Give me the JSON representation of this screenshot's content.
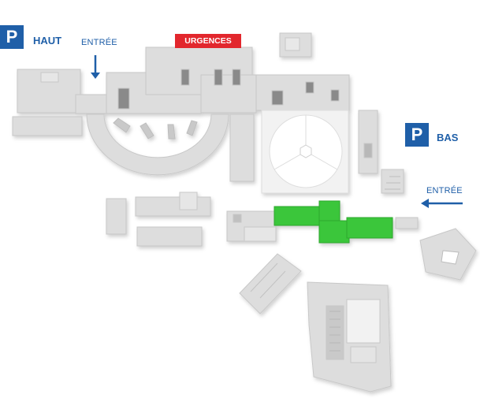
{
  "parkings": [
    {
      "id": "haut",
      "symbol": "P",
      "label": "HAUT"
    },
    {
      "id": "bas",
      "symbol": "P",
      "label": "BAS"
    }
  ],
  "entrances": [
    {
      "id": "top",
      "label": "ENTRÉE"
    },
    {
      "id": "right",
      "label": "ENTRÉE"
    }
  ],
  "emergency": {
    "label": "URGENCES",
    "color": "#e2272d"
  },
  "colors": {
    "brand_blue": "#1f5fa8",
    "highlight_green": "#3bc63b",
    "building_gray": "#dcdcdc"
  }
}
